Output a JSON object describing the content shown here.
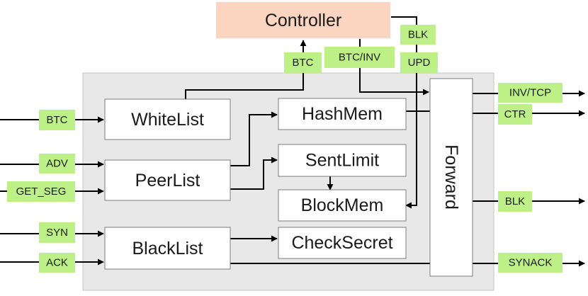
{
  "colors": {
    "background": "#ffffff",
    "container": "#e8e8e8",
    "container_border": "#c4c4c4",
    "controller": "#fbd5bf",
    "block": "#ffffff",
    "block_border": "#7d7d7d",
    "tag": "#bdf086",
    "line": "#000000"
  },
  "blocks": {
    "controller": "Controller",
    "whitelist": "WhiteList",
    "peerlist": "PeerList",
    "blacklist": "BlackList",
    "hashmem": "HashMem",
    "sentlimit": "SentLimit",
    "blockmem": "BlockMem",
    "checksecret": "CheckSecret",
    "forward": "Forward"
  },
  "tags": {
    "btc_in": "BTC",
    "adv_in": "ADV",
    "get_seg_in": "GET_SEG",
    "syn_in": "SYN",
    "ack_in": "ACK",
    "btc_up": "BTC",
    "btc_inv": "BTC/INV",
    "blk_ctrl": "BLK",
    "upd": "UPD",
    "inv_tcp_out": "INV/TCP",
    "ctr_out": "CTR",
    "blk_out": "BLK",
    "synack_out": "SYNACK"
  }
}
